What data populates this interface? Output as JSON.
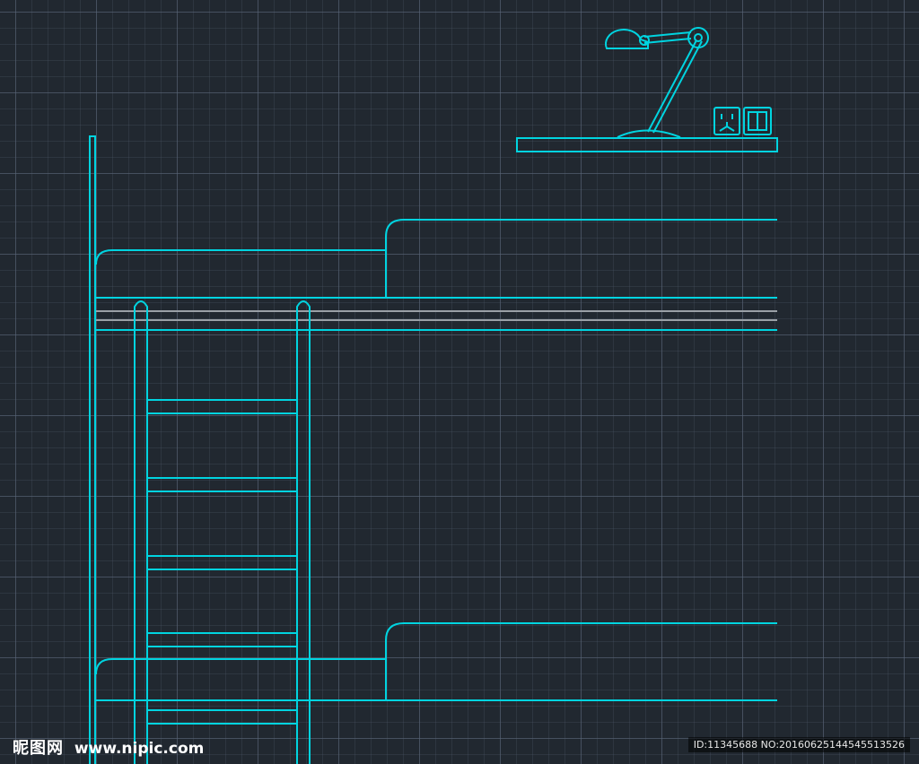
{
  "watermark": {
    "brand": "昵图网",
    "url": "www.nipic.com",
    "id_text": "ID:11345688 NO:20160625144545513526"
  },
  "colors": {
    "background": "#212830",
    "cad_lines": "#00d4e0",
    "slat_lines": "#9aa0a6"
  },
  "drawing": {
    "subject": "bunk bed elevation with ladder, wall shelf, desk lamp, socket and switch",
    "ladder_rungs": 5,
    "icons": [
      "desk-lamp-icon",
      "power-socket-icon",
      "light-switch-icon"
    ]
  }
}
